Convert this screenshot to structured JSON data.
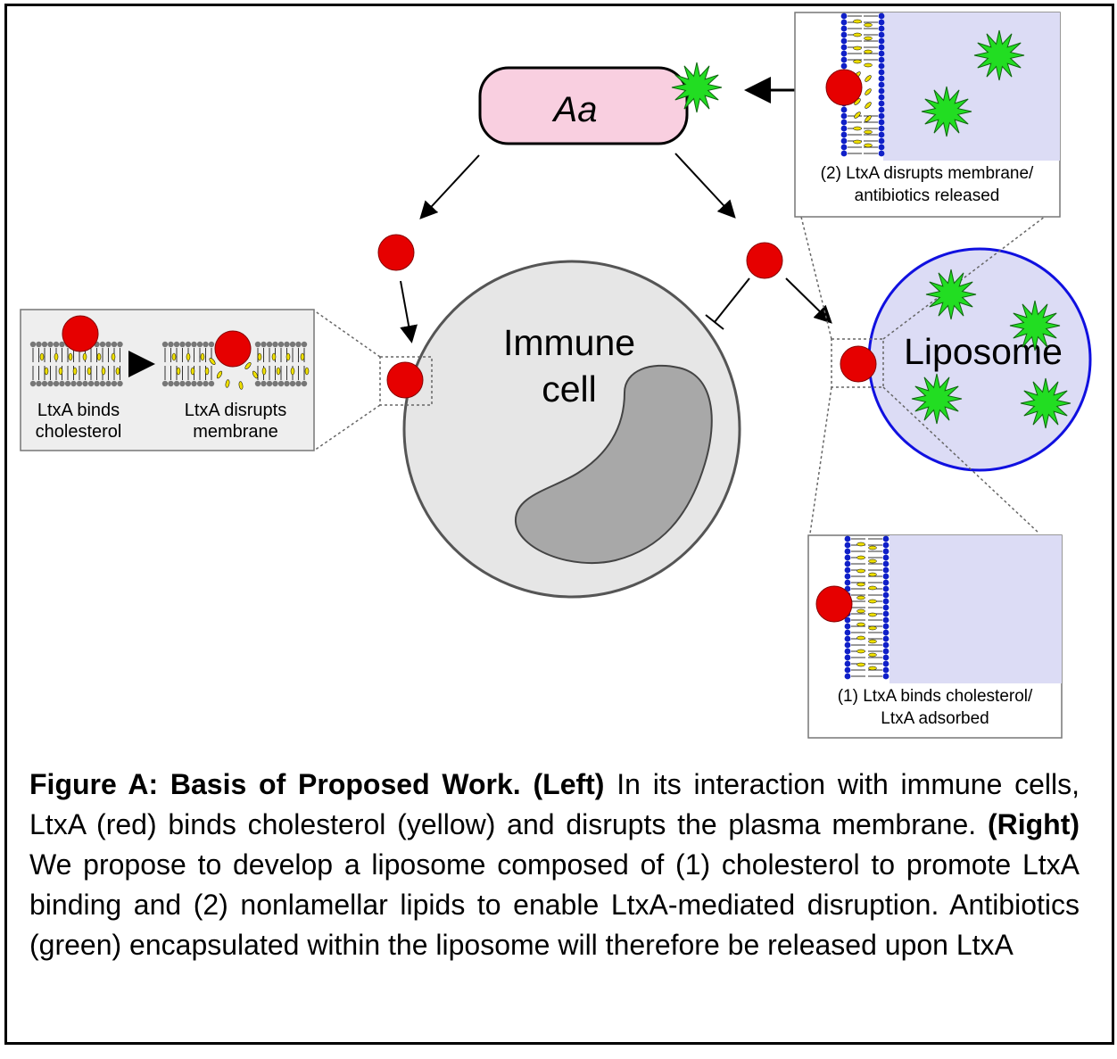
{
  "diagram": {
    "bacterium_label": "Aa",
    "immune_cell_label_line1": "Immune",
    "immune_cell_label_line2": "cell",
    "liposome_label": "Liposome",
    "left_inset": {
      "label1_line1": "LtxA binds",
      "label1_line2": "cholesterol",
      "label2_line1": "LtxA disrupts",
      "label2_line2": "membrane"
    },
    "top_right_inset": {
      "caption_line1": "(2) LtxA disrupts membrane/",
      "caption_line2": "antibiotics released"
    },
    "bottom_right_inset": {
      "caption_line1": "(1) LtxA binds cholesterol/",
      "caption_line2": "LtxA adsorbed"
    },
    "colors": {
      "ltxa": "#e60000",
      "antibiotic": "#22dd22",
      "cholesterol": "#f0e000",
      "liposome_fill": "#dcdcf5",
      "liposome_border": "#1010e0",
      "bacterium_fill": "#f9cfe0",
      "immune_cell_fill": "#e6e6e6",
      "nucleus_fill": "#a8a8a8",
      "lipid_head_blue": "#1020c8"
    }
  },
  "caption": {
    "title": "Figure A: Basis of Proposed Work.",
    "left_tag": "(Left)",
    "left_text": "In its interaction with immune cells, LtxA (red) binds cholesterol (yellow) and disrupts the plasma membrane.",
    "right_tag": "(Right)",
    "right_text": "We propose to develop a liposome composed of (1) cholesterol to promote LtxA binding and (2) nonlamellar lipids to enable LtxA-mediated disruption. Antibiotics (green) encapsulated within the liposome will therefore be released upon LtxA"
  }
}
